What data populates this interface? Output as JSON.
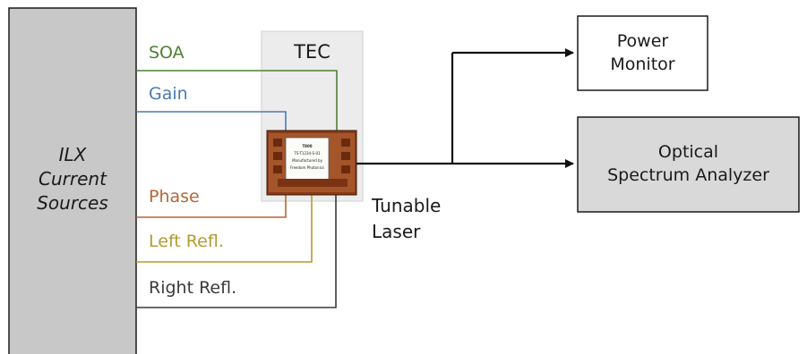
{
  "sources_box": {
    "lines": [
      "ILX",
      "Current",
      "Sources"
    ],
    "fill": "#c8c8c8"
  },
  "tec": {
    "label": "TEC",
    "fill": "#ececec"
  },
  "chip": {
    "text_lines": [
      "T800",
      "TS-T1234-S-01",
      "Manufactured by",
      "Freedom Photonics"
    ],
    "frame_color": "#8b3a16",
    "label_fill": "#fbfbf7"
  },
  "wires": [
    {
      "label": "SOA",
      "color": "#4f7f35"
    },
    {
      "label": "Gain",
      "color": "#4a79b5"
    },
    {
      "label": "Phase",
      "color": "#b5673a"
    },
    {
      "label": "Left Refl.",
      "color": "#b59a2e"
    },
    {
      "label": "Right Refl.",
      "color": "#3a3a3a"
    }
  ],
  "laser_label": {
    "lines": [
      "Tunable",
      "Laser"
    ]
  },
  "power_monitor": {
    "lines": [
      "Power",
      "Monitor"
    ],
    "fill": "#ffffff"
  },
  "osa": {
    "lines": [
      "Optical",
      "Spectrum Analyzer"
    ],
    "fill": "#d9d9d9"
  },
  "fiber_color": "#111111"
}
